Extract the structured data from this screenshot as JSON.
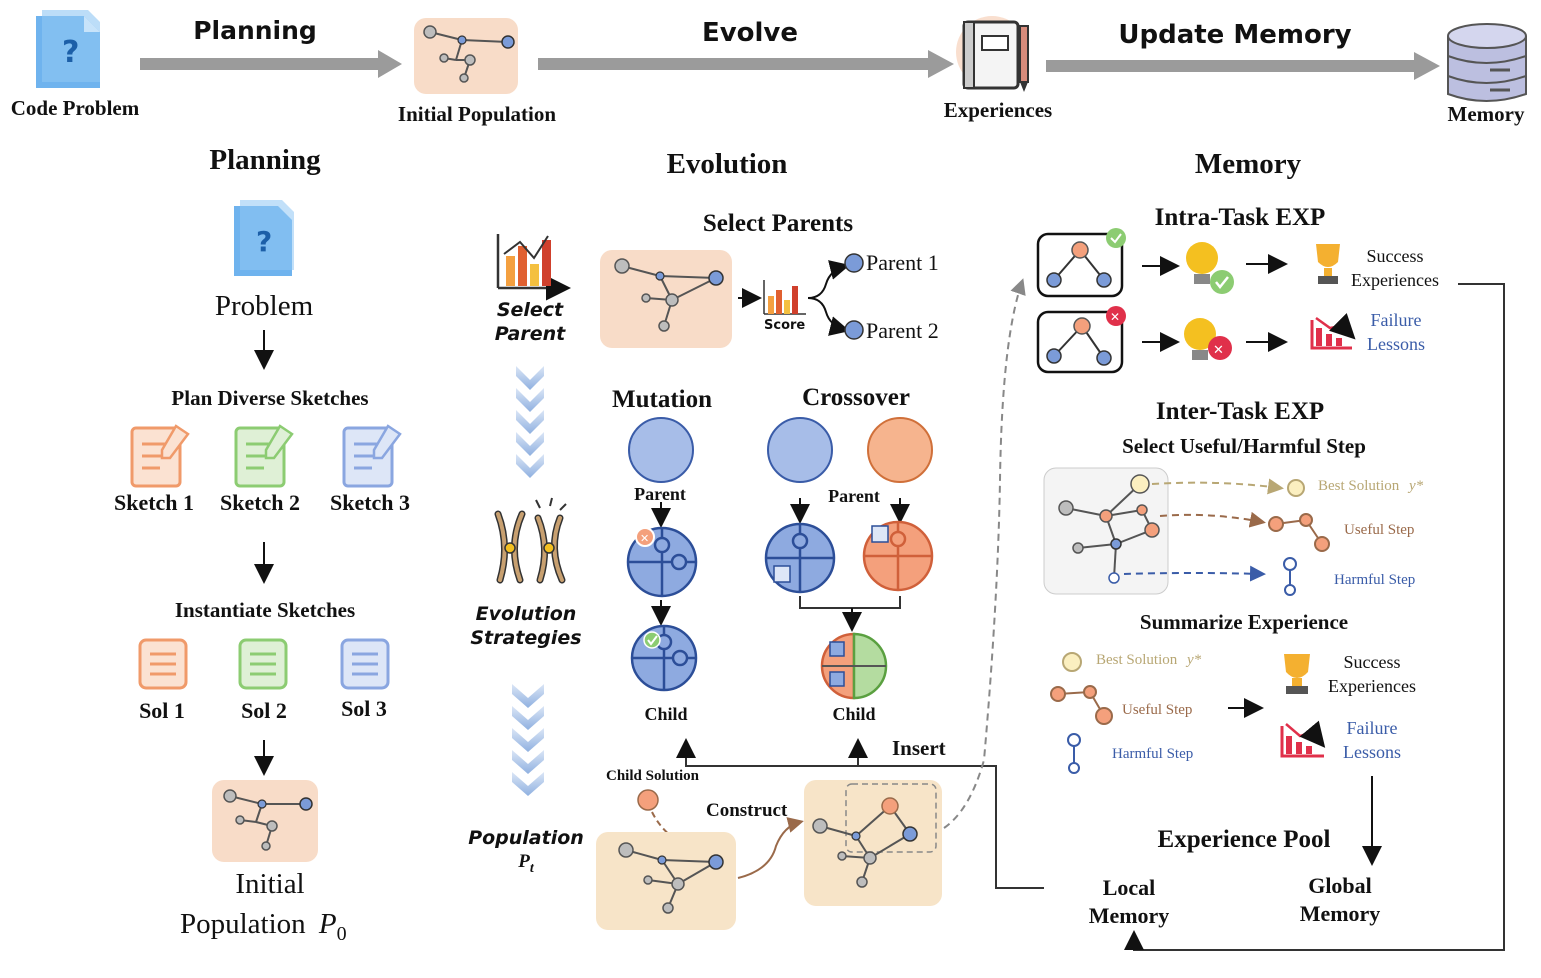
{
  "top": {
    "code_problem": "Code Problem",
    "planning_arrow": "Planning",
    "initial_population": "Initial Population",
    "evolve_arrow": "Evolve",
    "experiences": "Experiences",
    "update_memory_arrow": "Update Memory",
    "memory": "Memory"
  },
  "planning": {
    "title": "Planning",
    "problem": "Problem",
    "sketch_box_title": "Plan Diverse Sketches",
    "sketches": [
      "Sketch 1",
      "Sketch 2",
      "Sketch 3"
    ],
    "instantiate_title": "Instantiate Sketches",
    "sols": [
      "Sol 1",
      "Sol 2",
      "Sol 3"
    ],
    "initial_line1": "Initial",
    "initial_line2": "Population",
    "p0": "P",
    "p0_sub": "0"
  },
  "evolution": {
    "title": "Evolution",
    "select_parent_l1": "Select",
    "select_parent_l2": "Parent",
    "strategies_l1": "Evolution",
    "strategies_l2": "Strategies",
    "population_l1": "Population",
    "population_pt": "P",
    "population_pt_sub": "t",
    "select_parents_title": "Select Parents",
    "score": "Score",
    "parent1": "Parent 1",
    "parent2": "Parent 2",
    "mutation_title": "Mutation",
    "mutation_parent": "Parent",
    "mutation_child": "Child",
    "crossover_title": "Crossover",
    "crossover_parent": "Parent",
    "crossover_child": "Child",
    "insert": "Insert",
    "child_solution": "Child Solution",
    "construct": "Construct"
  },
  "memory": {
    "title": "Memory",
    "intra_title": "Intra-Task EXP",
    "success_l1": "Success",
    "success_l2": "Experiences",
    "failure_l1": "Failure",
    "failure_l2": "Lessons",
    "inter_title": "Inter-Task EXP",
    "select_step_title": "Select Useful/Harmful Step",
    "best_solution": "Best Solution",
    "y_star": "y*",
    "useful_step": "Useful Step",
    "harmful_step": "Harmful Step",
    "summarize_title": "Summarize Experience",
    "success2_l1": "Success",
    "success2_l2": "Experiences",
    "failure2_l1": "Failure",
    "failure2_l2": "Lessons"
  },
  "pool": {
    "title": "Experience Pool",
    "local_l1": "Local",
    "local_l2": "Memory",
    "global_l1": "Global",
    "global_l2": "Memory"
  },
  "colors": {
    "planning_bg": "#e8e8e8",
    "evolution_bg": "#e3ecd9",
    "memory_bg": "#dbe5f1",
    "blue_node": "#7b9bd8",
    "orange_node": "#f4a07c",
    "grey_node": "#bdbdbd",
    "arrow_grey": "#9b9b9b"
  }
}
